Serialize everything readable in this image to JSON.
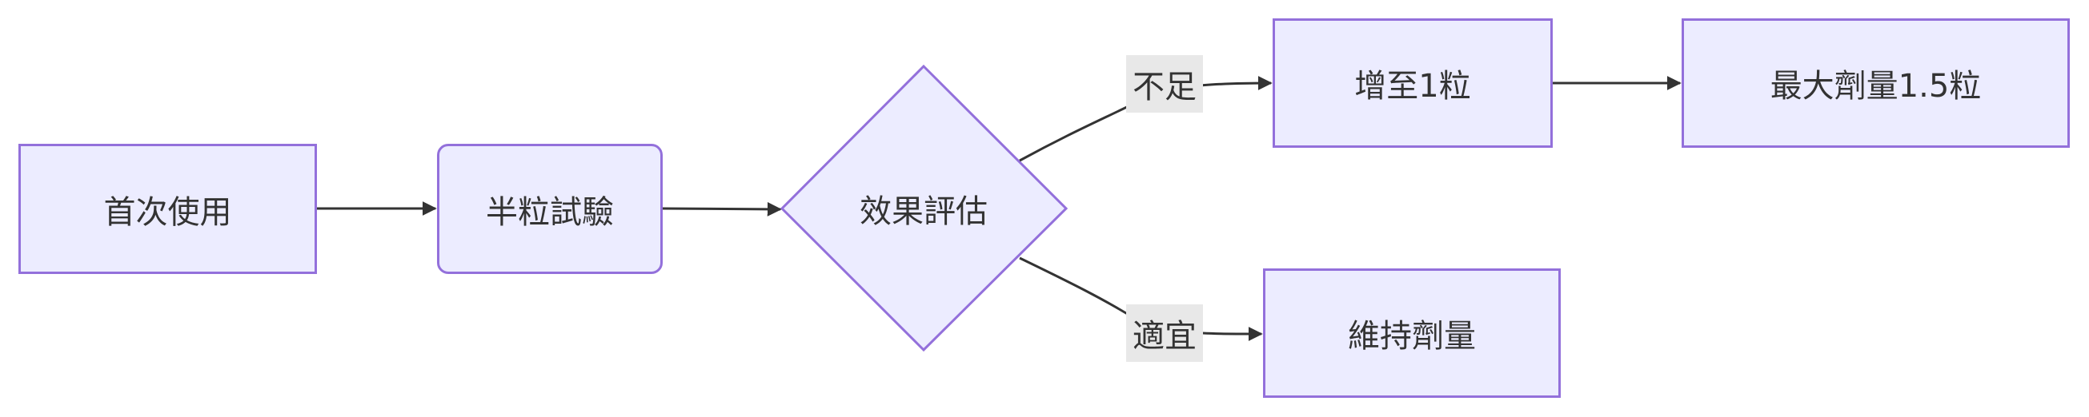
{
  "nodes": {
    "first_use": "首次使用",
    "half_trial": "半粒試驗",
    "evaluate": "效果評估",
    "increase": "增至1粒",
    "max_dose": "最大劑量1.5粒",
    "maintain": "維持劑量"
  },
  "edges": {
    "insufficient": "不足",
    "appropriate": "適宜"
  },
  "colors": {
    "node_fill": "#ECECFF",
    "node_stroke": "#9370DB",
    "edge": "#333333",
    "label_bg": "#e8e8e8"
  }
}
